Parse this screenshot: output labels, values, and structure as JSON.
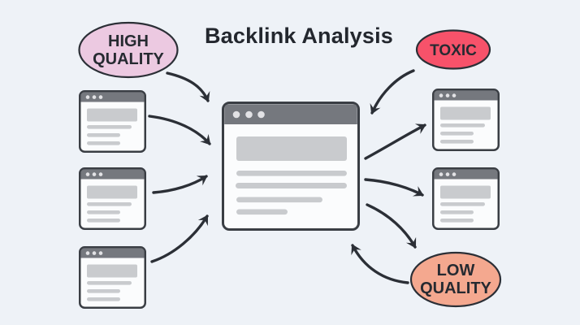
{
  "title": "Backlink Analysis",
  "nodes": {
    "high_quality": {
      "line1": "HIGH",
      "line2": "QUALITY",
      "fill": "#ecc9e1"
    },
    "toxic": {
      "label": "TOXIC",
      "fill": "#f7526a"
    },
    "low_quality": {
      "line1": "LOW",
      "line2": "QUALITY",
      "fill": "#f4a88f"
    }
  },
  "colors": {
    "background": "#eef2f7",
    "outline": "#2b2f36",
    "window_titlebar": "#75787e",
    "window_body": "#fbfcfd",
    "window_dots": "#e2e2e5",
    "content_placeholder": "#c9cbce"
  }
}
